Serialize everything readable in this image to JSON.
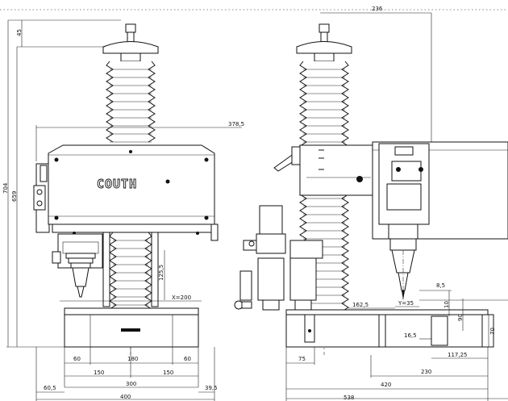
{
  "brand": {
    "logo_text": "COUTH"
  },
  "front_view": {
    "height_total": "704",
    "height_body": "659",
    "height_top": "45",
    "reach": "378,5",
    "stroke_z": "125,5",
    "travel_x": "X=200",
    "base_segments": [
      "60",
      "180",
      "60"
    ],
    "base_half": [
      "150",
      "150"
    ],
    "base_inner": "300",
    "margin_left": "60,5",
    "margin_right": "39,5",
    "base_total": "400"
  },
  "side_view": {
    "top_offset": "236",
    "y_travel": "Y=35",
    "tip_gap": "8,5",
    "v_10": "10",
    "v_90": "90",
    "v_70": "70",
    "head_offset": "162,5",
    "small_offset": "16,5",
    "mount_width": "117,25",
    "foot_left": "75",
    "width_230": "230",
    "width_420": "420",
    "width_total": "538"
  }
}
